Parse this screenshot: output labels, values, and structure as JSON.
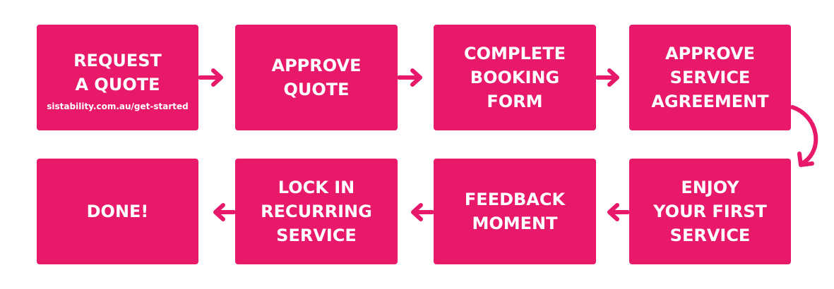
{
  "steps": [
    {
      "lines": [
        "REQUEST",
        "A QUOTE"
      ],
      "url": "sistability.com.au/get-started"
    },
    {
      "lines": [
        "APPROVE",
        "QUOTE"
      ]
    },
    {
      "lines": [
        "COMPLETE",
        "BOOKING",
        "FORM"
      ]
    },
    {
      "lines": [
        "APPROVE",
        "SERVICE",
        "AGREEMENT"
      ]
    },
    {
      "lines": [
        "ENJOY",
        "YOUR FIRST",
        "SERVICE"
      ]
    },
    {
      "lines": [
        "FEEDBACK",
        "MOMENT"
      ]
    },
    {
      "lines": [
        "LOCK IN",
        "RECURRING",
        "SERVICE"
      ]
    },
    {
      "lines": [
        "DONE!"
      ]
    }
  ],
  "colors": {
    "box": "#e8196b",
    "text": "#ffffff",
    "arrow": "#e8196b",
    "background": "#ffffff"
  }
}
